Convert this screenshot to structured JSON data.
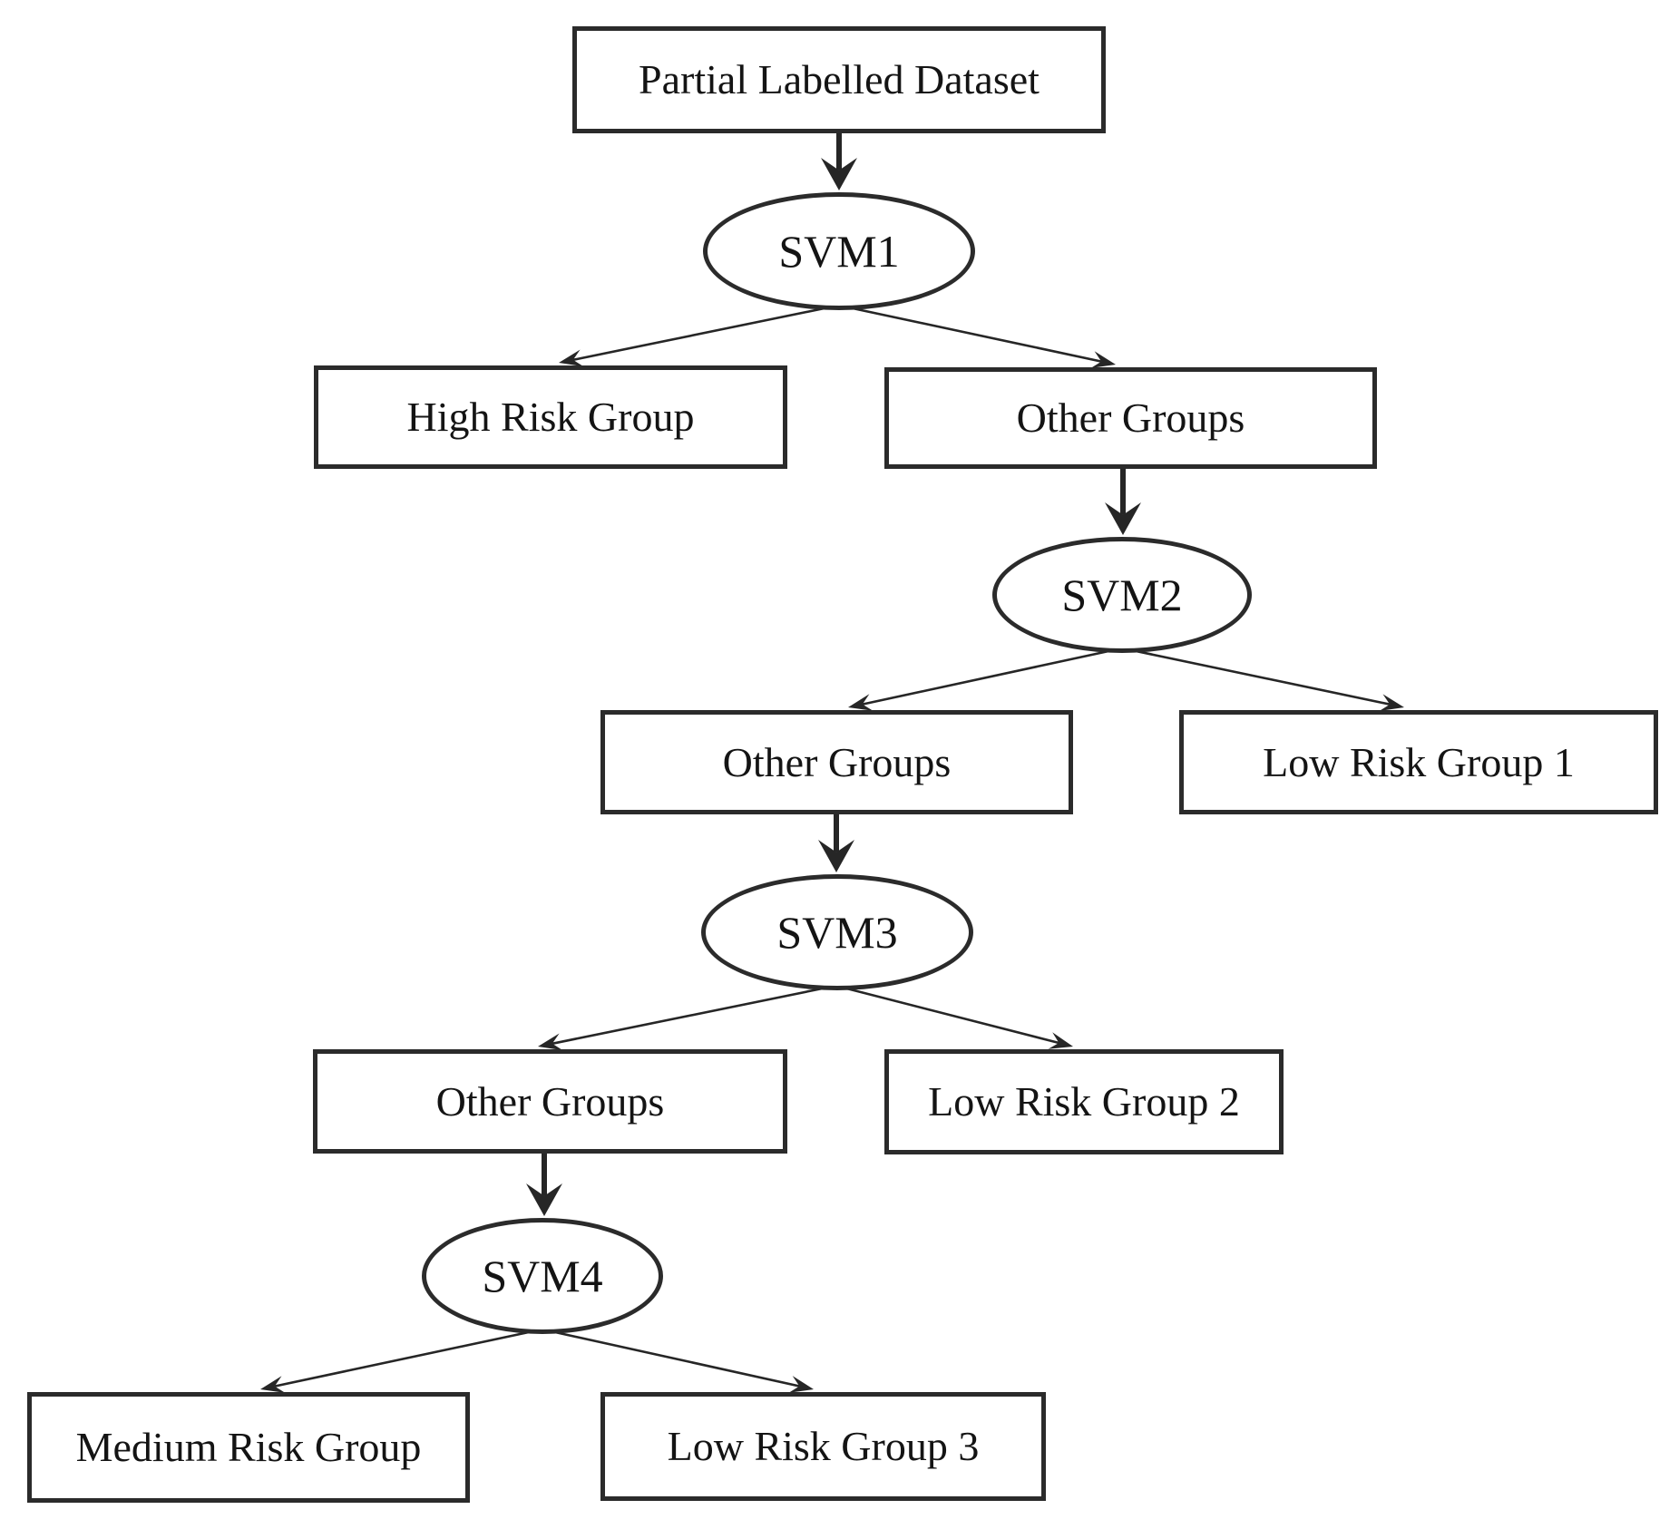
{
  "diagram": {
    "description": "Cascaded SVM classifier flowchart splitting a dataset into risk groups",
    "colors": {
      "background": "#ffffff",
      "shape_stroke": "#2b2b2b",
      "edge_stroke": "#262626",
      "text": "#141414"
    },
    "nodes": {
      "dataset": {
        "label": "Partial Labelled Dataset",
        "shape": "rect"
      },
      "svm1": {
        "label": "SVM1",
        "shape": "ellipse"
      },
      "high_risk": {
        "label": "High Risk Group",
        "shape": "rect"
      },
      "other_groups_1": {
        "label": "Other Groups",
        "shape": "rect"
      },
      "svm2": {
        "label": "SVM2",
        "shape": "ellipse"
      },
      "other_groups_2": {
        "label": "Other Groups",
        "shape": "rect"
      },
      "low_risk_1": {
        "label": "Low Risk Group 1",
        "shape": "rect"
      },
      "svm3": {
        "label": "SVM3",
        "shape": "ellipse"
      },
      "other_groups_3": {
        "label": "Other Groups",
        "shape": "rect"
      },
      "low_risk_2": {
        "label": "Low Risk Group 2",
        "shape": "rect"
      },
      "svm4": {
        "label": "SVM4",
        "shape": "ellipse"
      },
      "medium_risk": {
        "label": "Medium Risk Group",
        "shape": "rect"
      },
      "low_risk_3": {
        "label": "Low Risk Group 3",
        "shape": "rect"
      }
    },
    "edges": [
      {
        "from": "Partial Labelled Dataset",
        "to": "SVM1",
        "style": "thick"
      },
      {
        "from": "SVM1",
        "to": "High Risk Group",
        "style": "thin"
      },
      {
        "from": "SVM1",
        "to": "Other Groups (level 1)",
        "style": "thin"
      },
      {
        "from": "Other Groups (level 1)",
        "to": "SVM2",
        "style": "thick"
      },
      {
        "from": "SVM2",
        "to": "Other Groups (level 2)",
        "style": "thin"
      },
      {
        "from": "SVM2",
        "to": "Low Risk Group 1",
        "style": "thin"
      },
      {
        "from": "Other Groups (level 2)",
        "to": "SVM3",
        "style": "thick"
      },
      {
        "from": "SVM3",
        "to": "Other Groups (level 3)",
        "style": "thin"
      },
      {
        "from": "SVM3",
        "to": "Low Risk Group 2",
        "style": "thin"
      },
      {
        "from": "Other Groups (level 3)",
        "to": "SVM4",
        "style": "thick"
      },
      {
        "from": "SVM4",
        "to": "Medium Risk Group",
        "style": "thin"
      },
      {
        "from": "SVM4",
        "to": "Low Risk Group 3",
        "style": "thin"
      }
    ]
  }
}
